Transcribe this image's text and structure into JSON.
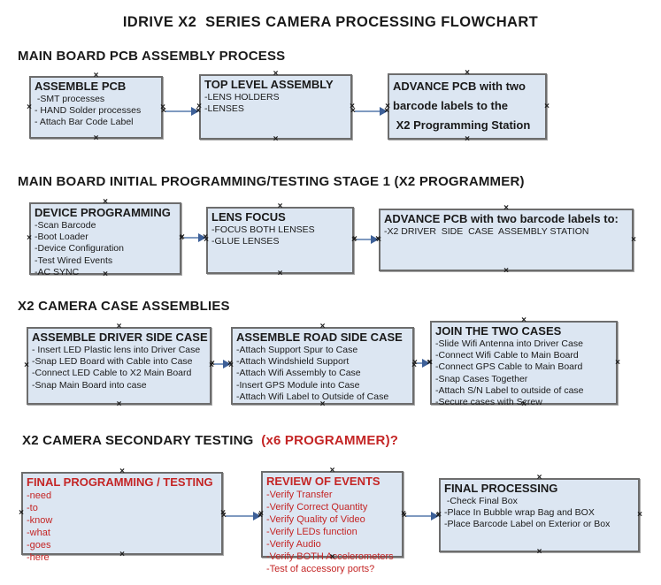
{
  "title": "IDRIVE X2  SERIES CAMERA PROCESSING FLOWCHART",
  "colors": {
    "box_fill": "#dce6f2",
    "box_border": "#6d6d6d",
    "red_text": "#c42525",
    "arrow_line": "#7f9ac0",
    "arrow_head": "#3d6098",
    "handle": "#1a1a1a",
    "text": "#1a1a1a",
    "background": "#ffffff"
  },
  "sections": [
    {
      "header": "MAIN BOARD PCB ASSEMBLY PROCESS",
      "boxes": [
        {
          "title": "ASSEMBLE PCB",
          "items": [
            " -SMT processes",
            "- HAND Solder processes",
            "- Attach Bar Code Label"
          ]
        },
        {
          "title": "TOP LEVEL ASSEMBLY",
          "items": [
            "-LENS HOLDERS",
            "-LENSES"
          ]
        },
        {
          "title": "ADVANCE PCB with two",
          "items": [
            "barcode labels to the",
            " X2 Programming Station"
          ],
          "variant": "bold-items"
        }
      ]
    },
    {
      "header": "MAIN BOARD INITIAL PROGRAMMING/TESTING STAGE 1 (X2 PROGRAMMER)",
      "boxes": [
        {
          "title": "DEVICE PROGRAMMING",
          "items": [
            "-Scan Barcode",
            "-Boot Loader",
            "-Device Configuration",
            "-Test Wired Events",
            "-AC SYNC"
          ]
        },
        {
          "title": "LENS FOCUS",
          "items": [
            "-FOCUS BOTH LENSES",
            "-GLUE LENSES"
          ]
        },
        {
          "title": "ADVANCE PCB with two barcode labels to:",
          "items": [
            "-X2 DRIVER  SIDE  CASE  ASSEMBLY STATION"
          ]
        }
      ]
    },
    {
      "header": "X2 CAMERA CASE ASSEMBLIES",
      "boxes": [
        {
          "title": "ASSEMBLE DRIVER SIDE CASE",
          "items": [
            "- Insert LED Plastic lens into Driver Case",
            "-Snap LED Board with Cable into Case",
            "-Connect LED Cable to X2 Main Board",
            "-Snap Main Board into case"
          ]
        },
        {
          "title": "ASSEMBLE ROAD SIDE CASE",
          "items": [
            "-Attach Support Spur to Case",
            "-Attach Windshield Support",
            "-Attach Wifi Assembly to Case",
            "-Insert GPS Module into Case",
            "-Attach Wifi Label to Outside of Case"
          ]
        },
        {
          "title": "JOIN THE TWO CASES",
          "items": [
            "-Slide Wifi Antenna into Driver Case",
            "-Connect Wifi Cable to Main Board",
            "-Connect GPS Cable to Main Board",
            "-Snap Cases Together",
            "-Attach S/N Label to outside of case",
            "-Secure cases with Screw"
          ]
        }
      ]
    },
    {
      "header": "X2 CAMERA SECONDARY TESTING  ",
      "header_accent": "(x6 PROGRAMMER)?",
      "boxes": [
        {
          "title": "FINAL PROGRAMMING / TESTING",
          "items": [
            "-need",
            "-to",
            "-know",
            "-what",
            "-goes",
            "-here"
          ],
          "variant": "red"
        },
        {
          "title": "REVIEW OF EVENTS",
          "items": [
            "-Verify Transfer",
            "-Verify Correct Quantity",
            "-Verify Quality of Video",
            "-Verify LEDs function",
            "-Verify Audio",
            "-Verify BOTH Accelerometers",
            "-Test of accessory ports?"
          ],
          "variant": "red"
        },
        {
          "title": "FINAL PROCESSING",
          "items": [
            " -Check Final Box",
            "-Place In Bubble wrap Bag and BOX",
            "-Place Barcode Label on Exterior or Box"
          ]
        }
      ]
    }
  ],
  "icons": {
    "connector_handle": "×",
    "arrow_head": "right-triangle"
  }
}
